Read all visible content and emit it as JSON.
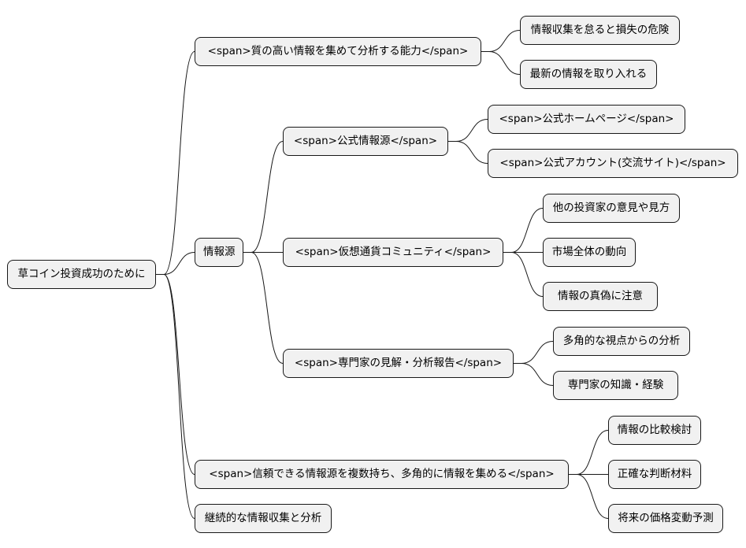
{
  "mindmap": {
    "root": {
      "label": "草コイン投資成功のために"
    },
    "nodes": {
      "quality": {
        "label": "<span>質の高い情報を集めて分析する能力</span>"
      },
      "quality_c1": {
        "label": "情報収集を怠ると損失の危険"
      },
      "quality_c2": {
        "label": "最新の情報を取り入れる"
      },
      "sources": {
        "label": "情報源"
      },
      "official": {
        "label": "<span>公式情報源</span>"
      },
      "official_c1": {
        "label": "<span>公式ホームページ</span>"
      },
      "official_c2": {
        "label": "<span>公式アカウント(交流サイト)</span>"
      },
      "community": {
        "label": "<span>仮想通貨コミュニティ</span>"
      },
      "community_c1": {
        "label": "他の投資家の意見や見方"
      },
      "community_c2": {
        "label": "市場全体の動向"
      },
      "community_c3": {
        "label": "情報の真偽に注意"
      },
      "expert": {
        "label": "<span>専門家の見解・分析報告</span>"
      },
      "expert_c1": {
        "label": "多角的な視点からの分析"
      },
      "expert_c2": {
        "label": "専門家の知識・経験"
      },
      "reliable": {
        "label": "<span>信頼できる情報源を複数持ち、多角的に情報を集める</span>"
      },
      "reliable_c1": {
        "label": "情報の比較検討"
      },
      "reliable_c2": {
        "label": "正確な判断材料"
      },
      "reliable_c3": {
        "label": "将来の価格変動予測"
      },
      "continuous": {
        "label": "継続的な情報収集と分析"
      }
    }
  }
}
